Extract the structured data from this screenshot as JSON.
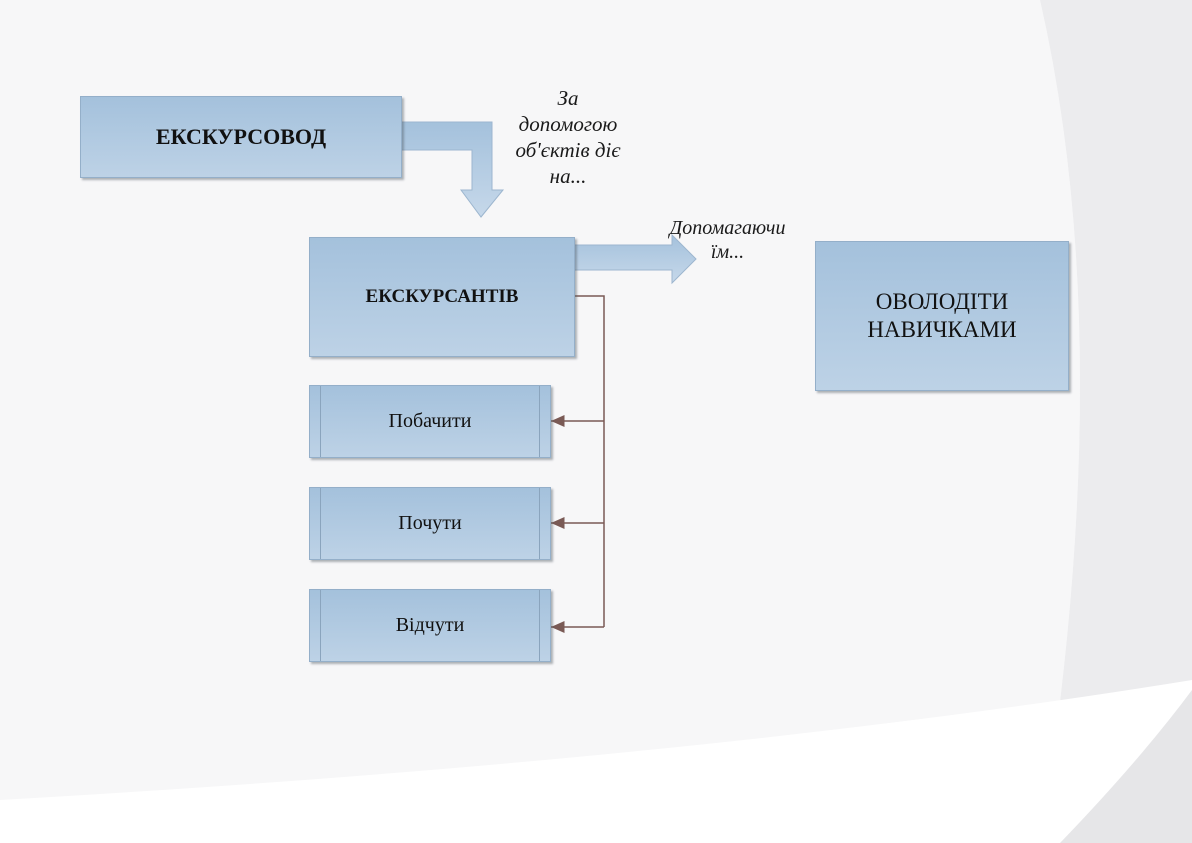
{
  "diagram": {
    "guide_box": "ЕКСКУРСОВОД",
    "note_objects": [
      "За",
      "допомогою",
      "об'єктів діє",
      "на..."
    ],
    "tourists_box": "ЕКСКУРСАНТІВ",
    "note_helping": [
      "Допомагаючи",
      "їм..."
    ],
    "skills_box": [
      "ОВОЛОДІТИ",
      "НАВИЧКАМИ"
    ],
    "actions": [
      "Побачити",
      "Почути",
      "Відчути"
    ]
  },
  "colors": {
    "box_top": "#a4c1dc",
    "box_bottom": "#bdd2e6",
    "connector": "#7a5a55"
  }
}
